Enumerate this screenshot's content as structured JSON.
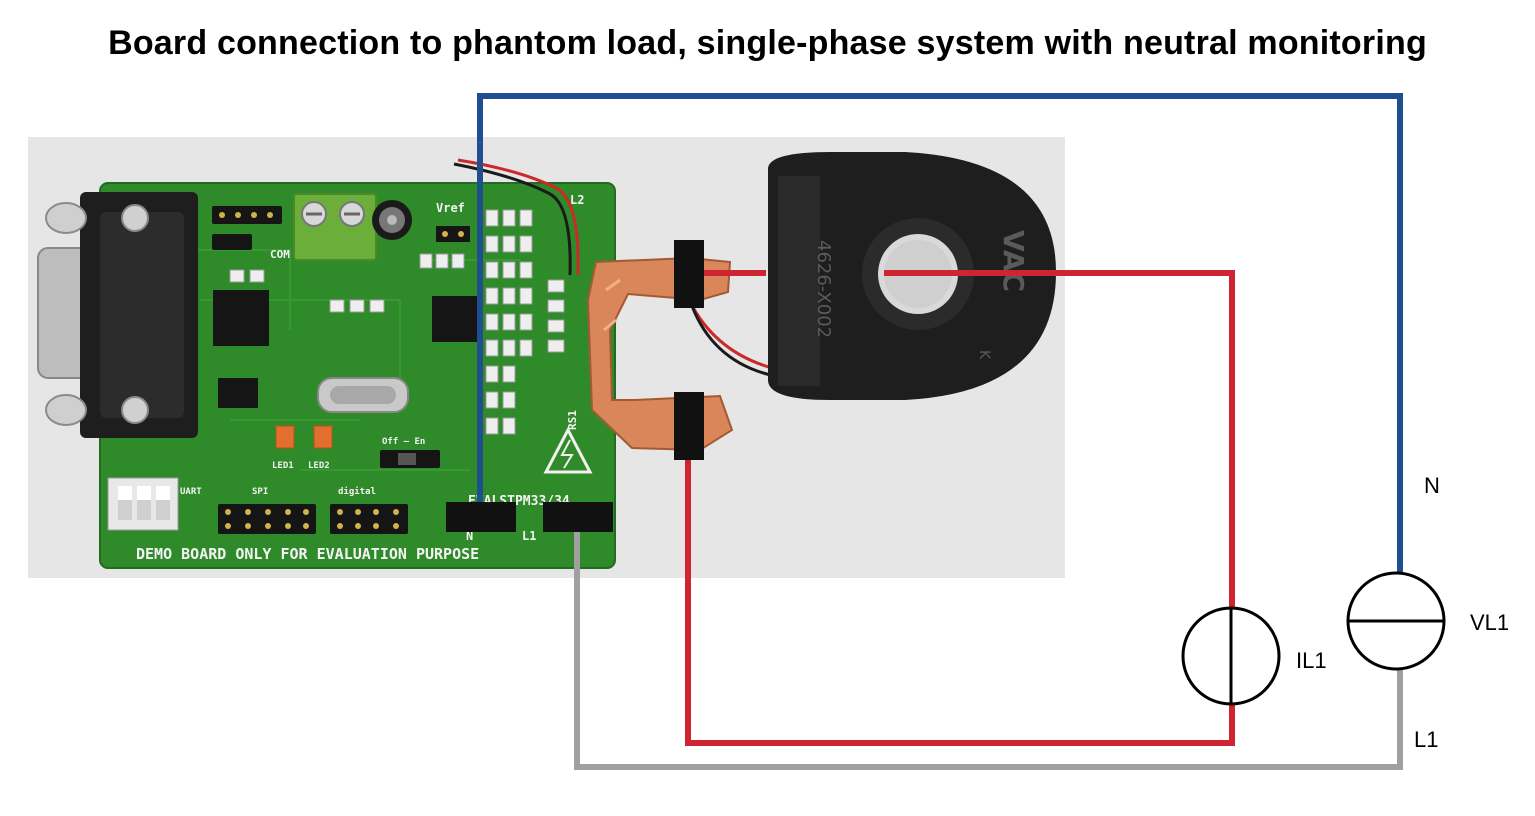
{
  "title": "Board connection to phantom load, single-phase system with neutral monitoring",
  "labels": {
    "neutral": "N",
    "line": "L1",
    "current_source": "IL1",
    "voltage_source": "VL1"
  },
  "board": {
    "silkscreen_bottom": "DEMO BOARD ONLY FOR EVALUATION PURPOSE",
    "board_name": "EVALSTPM33/34",
    "vref": "Vref",
    "l2": "L2",
    "led1": "LED1",
    "led2": "LED2",
    "uart": "UART",
    "spi": "SPI",
    "digital": "digital",
    "off_en": "Off — En",
    "com": "COM",
    "rs1": "RS1",
    "conn_n": "N",
    "conn_l1": "L1"
  },
  "sensor": {
    "part": "4626-X002",
    "brand": "VAC",
    "k": "K"
  },
  "colors": {
    "neutral_wire": "#1f4f8f",
    "current_wire": "#cf2432",
    "line_wire": "#a0a0a0",
    "pcb": "#2f8a2a",
    "sensor": "#1e1e1e"
  }
}
